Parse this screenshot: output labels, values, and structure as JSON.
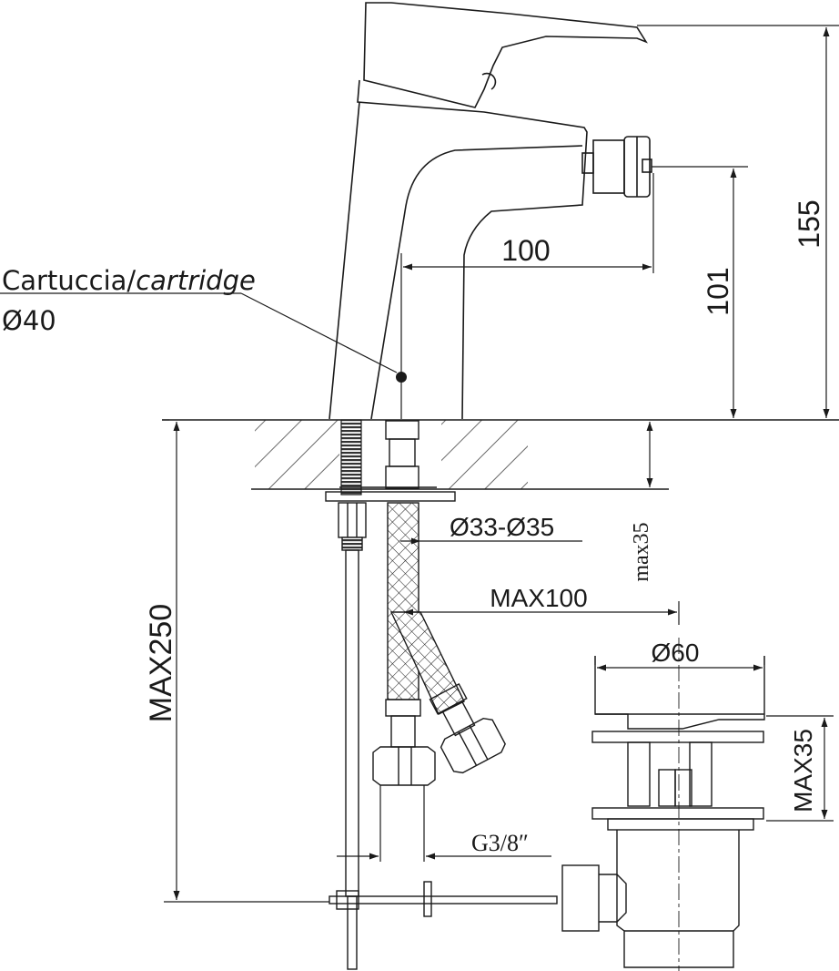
{
  "callout": {
    "cartridge_label": "Cartuccia/",
    "cartridge_label_italic": "cartridge",
    "cartridge_diameter": "Ø40"
  },
  "dimensions": {
    "reach": "100",
    "spout_height": "101",
    "total_height": "155",
    "hole_diameter": "Ø33-Ø35",
    "deck_thickness": "max35",
    "hose_offset": "MAX100",
    "pipe_length": "MAX250",
    "connection_thread": "G3/8″",
    "waste_diameter": "Ø60",
    "waste_height": "MAX35"
  },
  "colors": {
    "line": "#1a1a1a",
    "hatch": "#444444",
    "thread": "#333333"
  }
}
